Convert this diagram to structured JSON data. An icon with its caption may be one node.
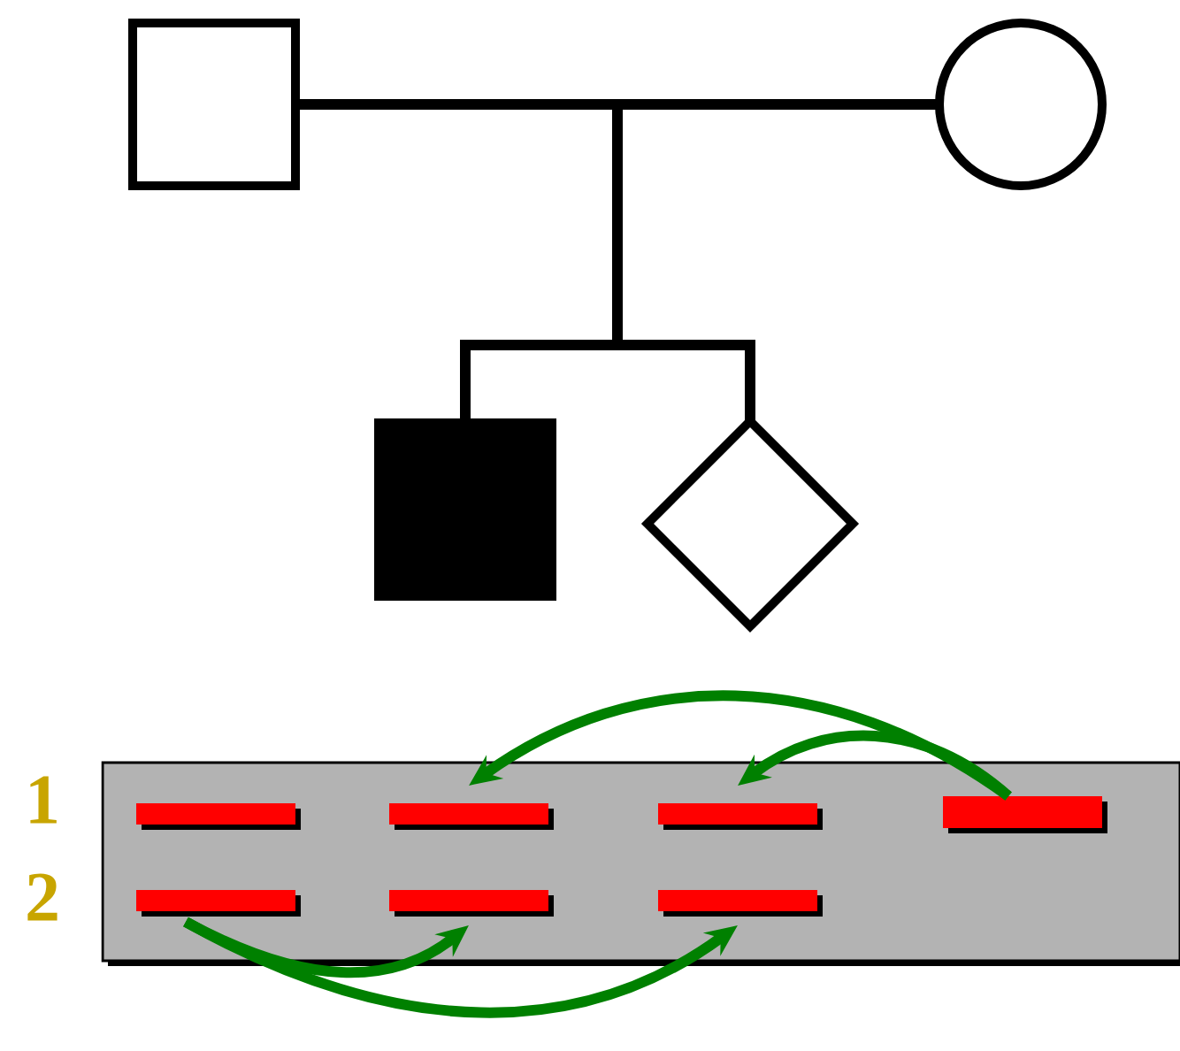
{
  "diagram": {
    "nodes": [
      {
        "text": [],
        "shape": "box"
      },
      {
        "text": [],
        "shape": "circle"
      },
      {
        "text": [],
        "shape": "box"
      },
      {
        "text": [],
        "shape": "diamond"
      },
      {
        "text": [],
        "shape": "box"
      },
      {
        "text": [],
        "shape": "bar",
        "in": 4
      },
      {
        "text": [],
        "shape": "bar",
        "in": 4
      },
      {
        "text": [],
        "shape": "bar",
        "in": 4
      },
      {
        "text": [],
        "shape": "bar",
        "in": 4
      },
      {
        "text": [],
        "shape": "bar",
        "in": 4
      },
      {
        "text": [],
        "shape": "bar",
        "in": 4
      },
      {
        "text": [],
        "shape": "bar",
        "in": 4
      }
    ],
    "edges": [
      {
        "from": 0,
        "to": 1,
        "arrow": "none"
      },
      {
        "from": 0,
        "to": 2,
        "arrow": "none"
      },
      {
        "from": 0,
        "to": 3,
        "arrow": "none"
      },
      {
        "from": 1,
        "to": 2,
        "arrow": "none"
      },
      {
        "from": 1,
        "to": 3,
        "arrow": "none"
      },
      {
        "from": 8,
        "to": 6,
        "arrow": "to",
        "color": "#008000"
      },
      {
        "from": 8,
        "to": 7,
        "arrow": "to",
        "color": "#008000"
      },
      {
        "from": 9,
        "to": 10,
        "arrow": "to",
        "color": "#008000"
      },
      {
        "from": 9,
        "to": 11,
        "arrow": "to",
        "color": "#008000"
      }
    ],
    "labels": [
      "1",
      "2"
    ]
  }
}
